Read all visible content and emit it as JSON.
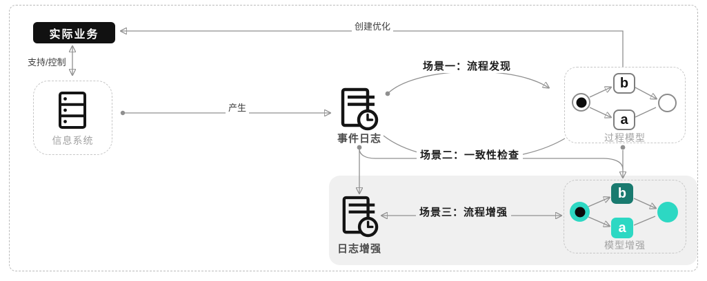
{
  "nodes": {
    "actual_business": "实际业务",
    "info_system": "信息系统",
    "event_log": "事件日志",
    "process_model": "过程模型",
    "log_enhance": "日志增强",
    "model_enhance": "模型增强"
  },
  "net_letters": {
    "top": "b",
    "bottom": "a"
  },
  "edges": {
    "support_control": "支持/控制",
    "produce": "产生",
    "create_optimize": "创建优化",
    "scenario1": "场景一：流程发现",
    "scenario2": "场景二：一致性检查",
    "scenario3": "场景三：流程增强"
  },
  "icons": {
    "info_system": "server-icon",
    "event_log": "document-clock-icon",
    "log_enhance": "document-clock-icon"
  },
  "colors": {
    "teal": "#2dd8c3",
    "teal_dark": "#197a6f",
    "panel_gray": "#f0f0f0",
    "node_black": "#111111",
    "wire_gray": "#8f8f8f"
  }
}
